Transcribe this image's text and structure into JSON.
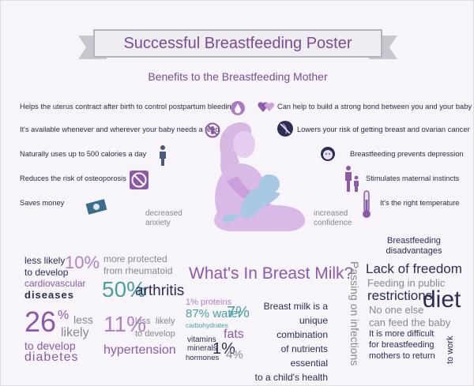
{
  "header": {
    "title": "Successful Breastfeeding Poster",
    "subtitle": "Benefits to the Breastfeeding Mother"
  },
  "left_benefits": [
    "Helps the uterus contract after birth to control postpartum bleeding",
    "It's available whenever and wherever your baby needs a feed",
    "Naturally uses up to 500 calories a day",
    "Reduces the risk of osteoporosis",
    "Saves money"
  ],
  "right_benefits": [
    "Can help to build a strong bond between you and your baby",
    "Lowers your risk of getting breast and ovarian cancer",
    "Breastfeeding prevents depression",
    "Stimulates maternal instincts",
    "It's the right temperature"
  ],
  "illustration": {
    "left_caption": "decreased\nanxiety",
    "right_caption": "increased\nconfidence"
  },
  "baby_stats": {
    "cardio": {
      "line1": "less likely",
      "line2": "to develop",
      "pct": "10%",
      "line3": "cardiovascular",
      "line4": "diseases"
    },
    "diabetes": {
      "pct_num": "26",
      "pct_sign": "%",
      "line1": "less",
      "line2": "likely",
      "line3": "to develop",
      "line4": "diabetes"
    },
    "arthritis": {
      "line1": "more protected",
      "line2": "from rheumatoid",
      "pct": "50%",
      "word": "arthritis"
    },
    "hypertension": {
      "pct": "11%",
      "line1": "less",
      "line2": "likely",
      "line3": "to develop",
      "word": "hypertension"
    }
  },
  "milk": {
    "heading": "What's In Breast Milk?",
    "proteins": "1% proteins",
    "water": "87% water",
    "carbs_pct": "7%",
    "carbs": "carbohydrates",
    "fats": "fats",
    "vitamins": "vitamins",
    "minerals": "minerals",
    "hormones": "hormones",
    "small_pct": "1%",
    "fats_pct": "4%",
    "desc": [
      "Breast milk is a",
      "unique combination",
      "of nutrients essential",
      "to a child's health"
    ]
  },
  "disadvantages": {
    "heading1": "Breastfeeding",
    "heading2": "disadvantages",
    "vertical_left": "Passing on infections",
    "lack": "Lack of freedom",
    "public": "Feeding in public",
    "restrictions": "restrictions",
    "diet": "diet",
    "no_one": "No one else",
    "can_feed": "can feed the baby",
    "difficult1": "It is more difficult",
    "difficult2": "for breastfeeding",
    "difficult3": "mothers to return",
    "vertical_right": "to work"
  }
}
